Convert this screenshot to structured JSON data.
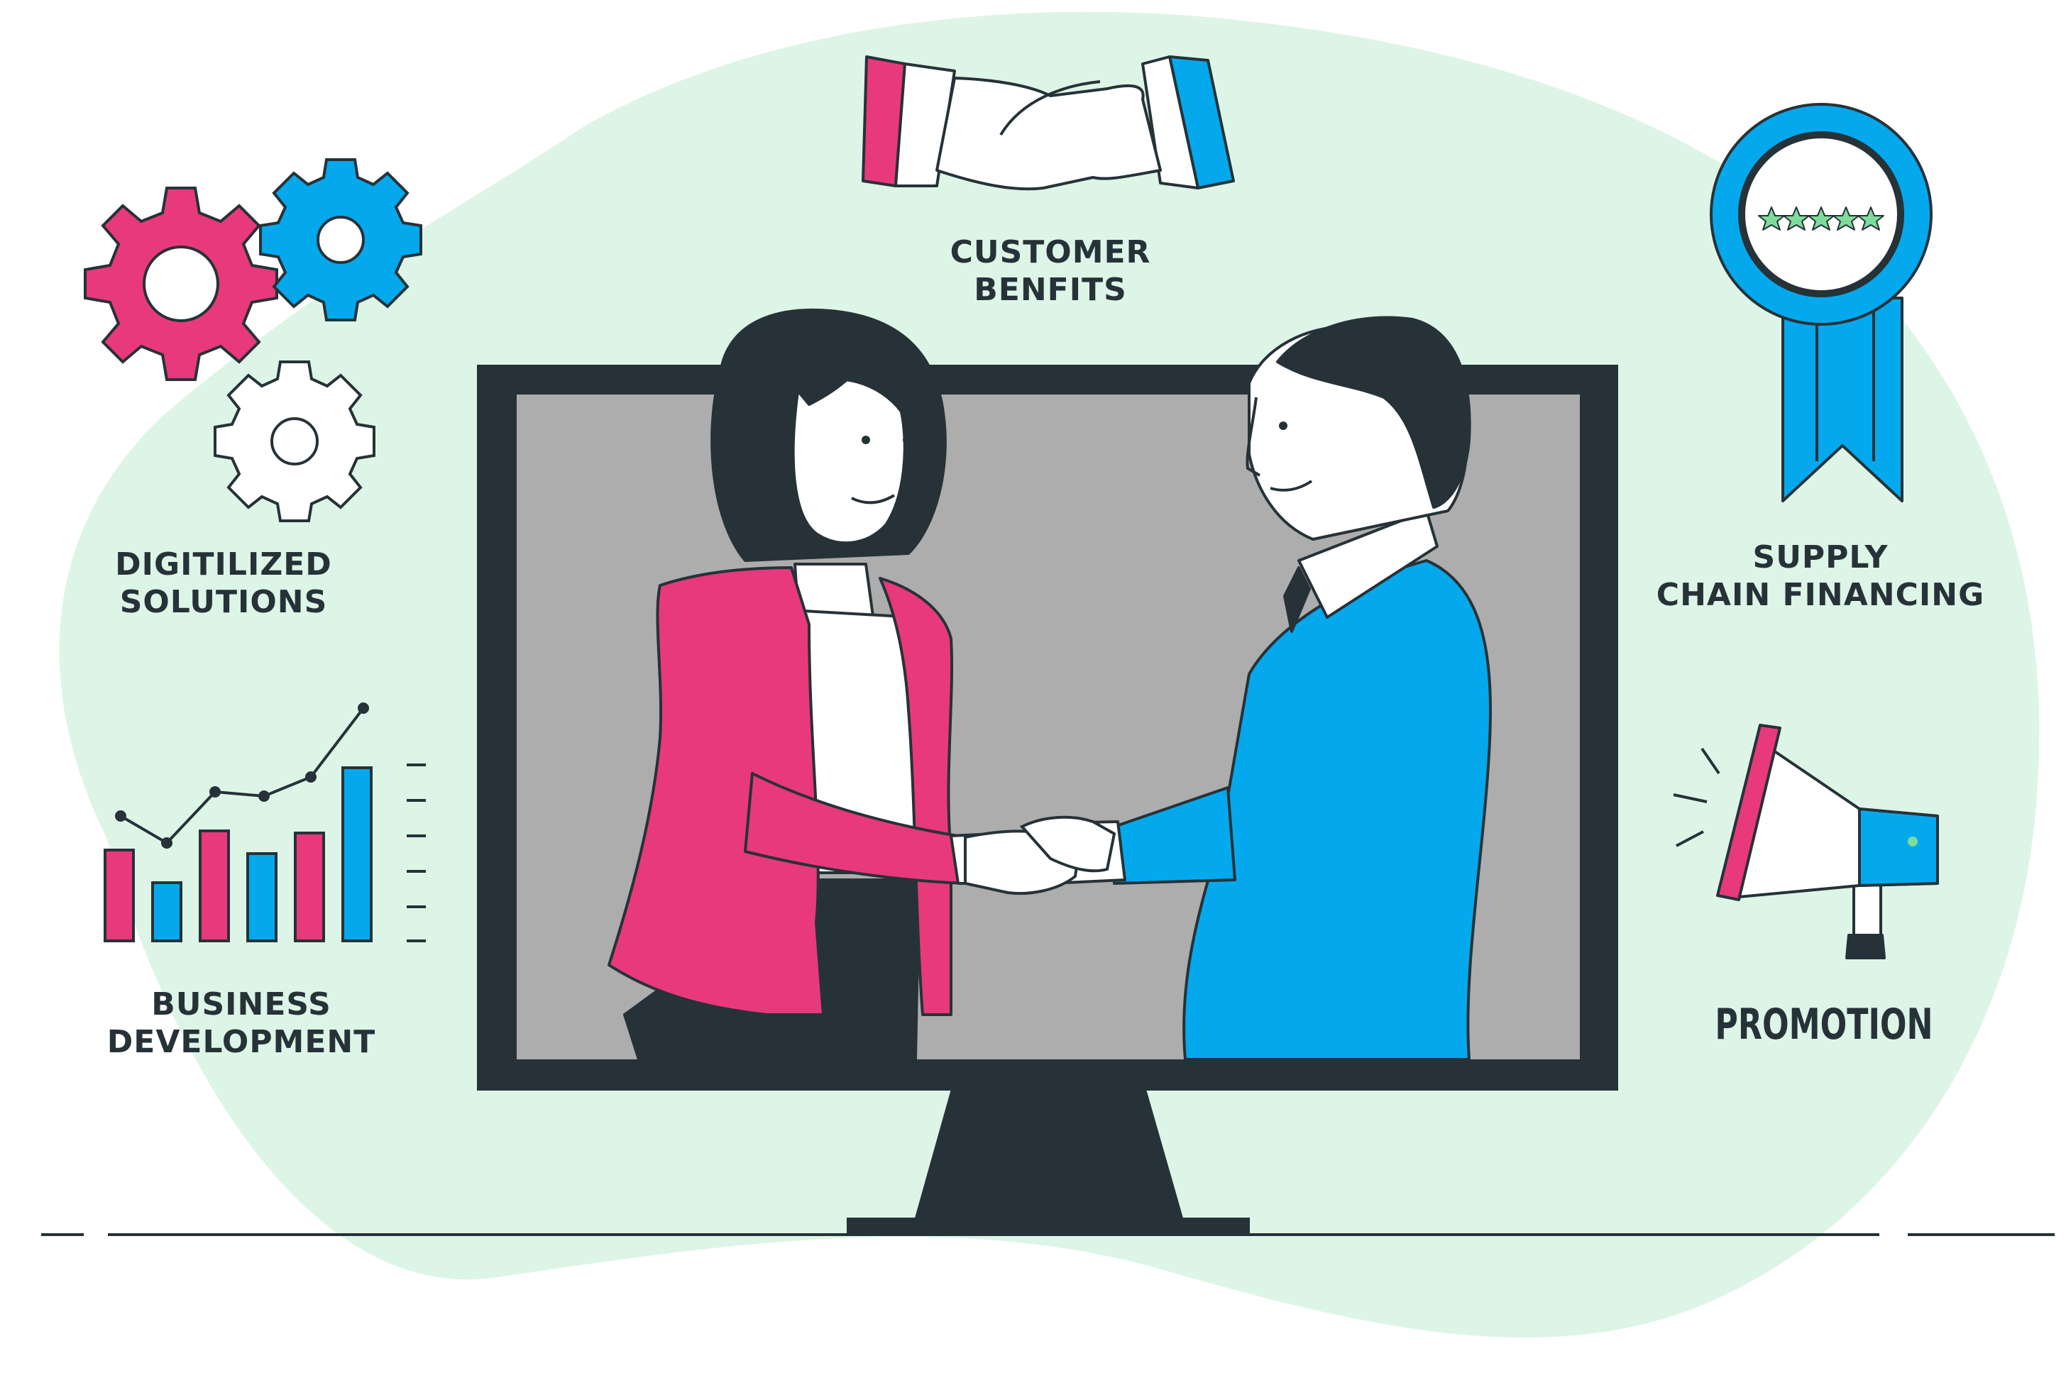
{
  "labels": {
    "customer_benefits": [
      "CUSTOMER",
      "BENFITS"
    ],
    "digitilized_solutions": [
      "DIGITILIZED",
      "SOLUTIONS"
    ],
    "supply_chain_financing": [
      "SUPPLY",
      "CHAIN FINANCING"
    ],
    "business_development": [
      "BUSINESS",
      "DEVELOPMENT"
    ],
    "promotion": "PROMOTION"
  },
  "colors": {
    "background_blob": "#ddf5e6",
    "pink": "#e8397b",
    "blue": "#03a9ec",
    "dark": "#263238",
    "screen": "#adadad",
    "white": "#ffffff"
  },
  "icons": [
    "gear-icon",
    "handshake-icon",
    "award-ribbon-icon",
    "bar-chart-icon",
    "megaphone-icon"
  ]
}
